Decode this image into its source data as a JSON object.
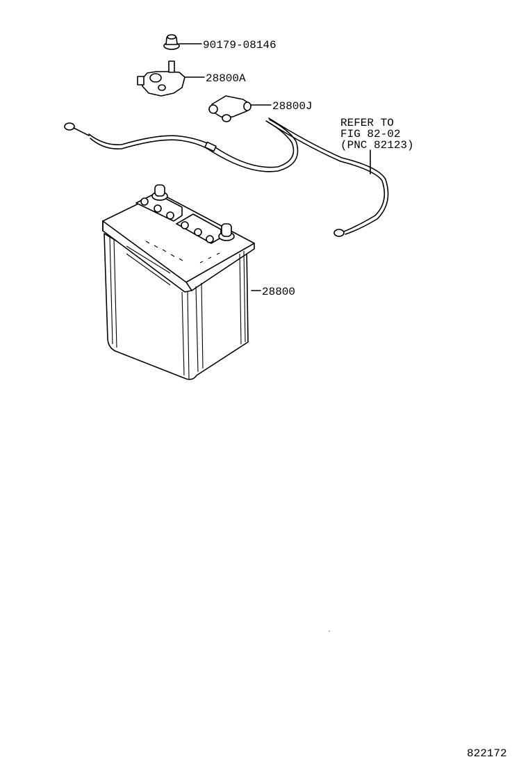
{
  "diagram": {
    "parts": [
      {
        "label": "90179-08146"
      },
      {
        "label": "28800A"
      },
      {
        "label": "28800J"
      },
      {
        "label": "28800"
      }
    ],
    "reference": {
      "lines": [
        "REFER TO",
        "FIG 82-02",
        "(PNC 82123)"
      ]
    },
    "figure_number": "822172"
  }
}
